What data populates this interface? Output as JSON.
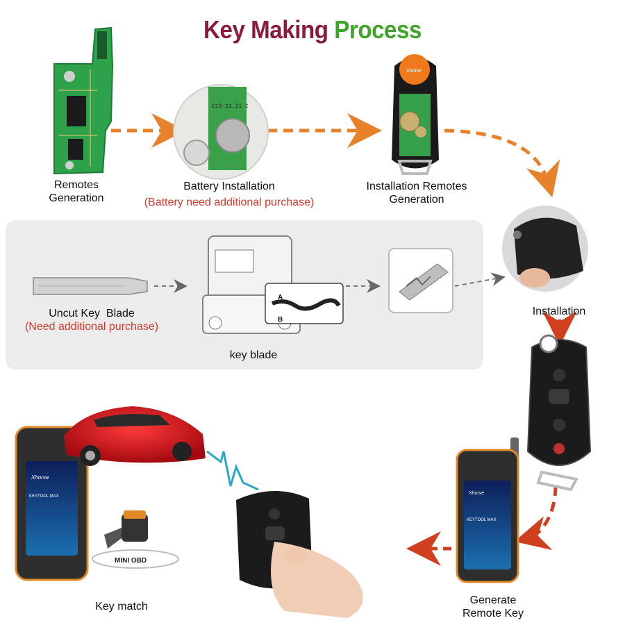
{
  "title": {
    "part1": "Key Making",
    "part2": "Process"
  },
  "colors": {
    "title_part1": "#8a1c3a",
    "title_part2": "#3fa42a",
    "arrow_orange": "#e8822a",
    "arrow_red": "#d0401e",
    "note_red": "#d23a2a",
    "panel_gray": "#ececec"
  },
  "steps": {
    "remotes_generation": {
      "line1": "Remotes",
      "line2": "Generation"
    },
    "battery_installation": {
      "label": "Battery Installation",
      "note": "(Battery need additional purchase)"
    },
    "installation_remotes_generation": {
      "line1": "Installation Remotes",
      "line2": "Generation"
    },
    "installation": {
      "label": "Installation"
    },
    "uncut_key_blade": {
      "label": "Uncut Key  Blade",
      "note": "(Need additional purchase)"
    },
    "key_blade": {
      "label": "key blade"
    },
    "generate_remote_key": {
      "line1": "Generate",
      "line2": "Remote Key"
    },
    "key_match": {
      "label": "Key match"
    }
  },
  "device_text": {
    "brand": "Xhorse",
    "model": "KEYTOOL MAX",
    "obd": "MINI OBD",
    "pcb_marking": "E19  11.21 C",
    "blade_track_a": "A",
    "blade_track_b": "B"
  },
  "icons": [
    "circuit-board-icon",
    "coin-battery-icon",
    "open-remote-case-icon",
    "remote-installation-icon",
    "uncut-blade-icon",
    "key-cutting-machine-icon",
    "cut-key-blade-icon",
    "flip-key-icon",
    "keytool-max-icon",
    "red-car-icon",
    "mini-obd-icon",
    "hand-holding-key-icon",
    "signal-wave-icon"
  ]
}
